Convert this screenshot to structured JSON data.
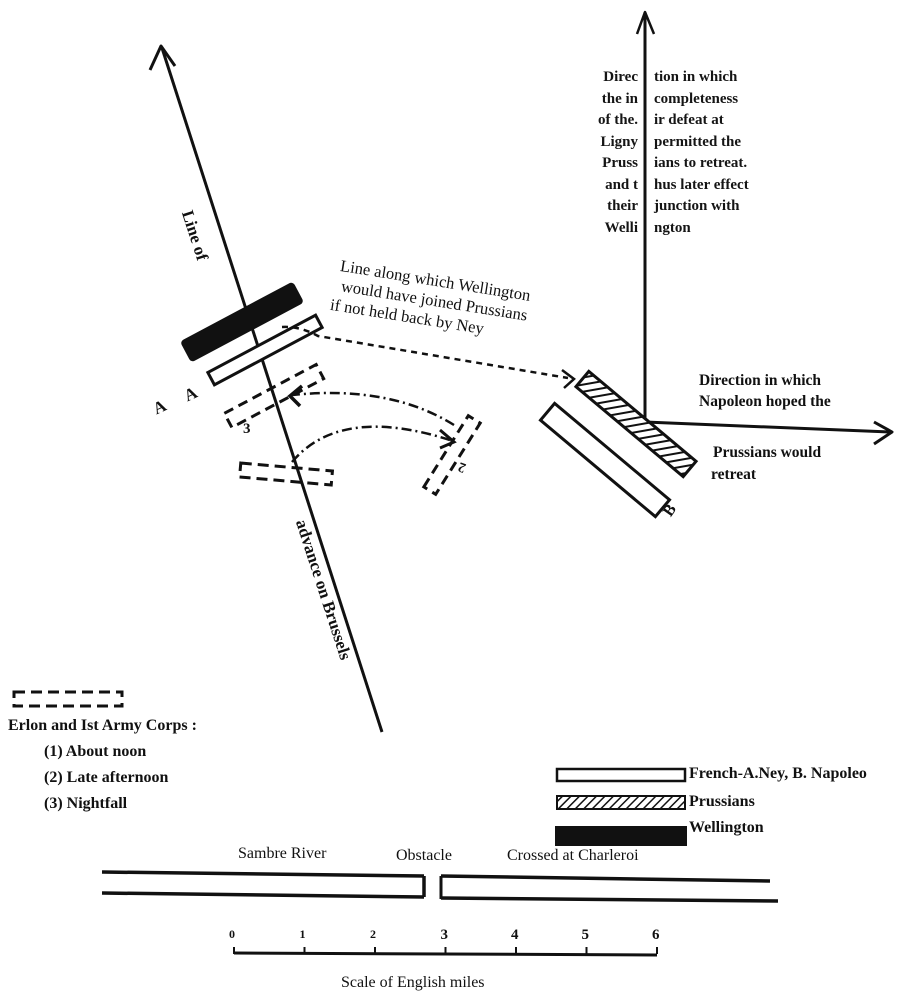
{
  "diagram": {
    "line_of_advance": {
      "part1": "Line of",
      "part2": "advance on Brussels"
    },
    "prussian_retreat_label": {
      "left_lines": [
        "Direc",
        "the in",
        "of the.",
        "Ligny",
        "Pruss",
        "and t",
        "their",
        "Welli"
      ],
      "right_lines": [
        "tion in which",
        "completeness",
        "ir defeat at",
        "permitted the",
        "ians to retreat.",
        "hus later effect",
        "junction with",
        "ngton"
      ]
    },
    "wellington_line_label": [
      "Line along which Wellington",
      "would have joined Prussians",
      "if not held back by Ney"
    ],
    "napoleon_hope_label": {
      "above": [
        "Direction in which",
        "Napoleon hoped the"
      ],
      "below": [
        "Prussians would",
        "retreat"
      ]
    },
    "position_labels": {
      "a1": "A",
      "a2": "A",
      "b": "B",
      "erlon_2": "2",
      "erlon_3": "3"
    }
  },
  "legend": {
    "erlon": {
      "title": "Erlon and Ist Army Corps :",
      "items": [
        "(1) About noon",
        "(2) Late afternoon",
        "(3) Nightfall"
      ]
    },
    "forces": [
      {
        "label": "French-A.Ney, B. Napoleo",
        "style": "open"
      },
      {
        "label": "Prussians",
        "style": "hatched"
      },
      {
        "label": "Wellington",
        "style": "solid"
      }
    ]
  },
  "river": {
    "name": "Sambre River",
    "obstacle": "Obstacle",
    "crossing": "Crossed at Charleroi"
  },
  "scale": {
    "ticks": [
      "0",
      "1",
      "2",
      "3",
      "4",
      "5",
      "6"
    ],
    "label": "Scale of English miles",
    "max_miles": 6
  },
  "colors": {
    "ink": "#111111",
    "paper": "#ffffff"
  }
}
